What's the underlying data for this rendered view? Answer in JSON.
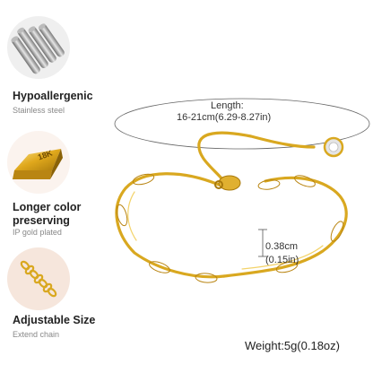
{
  "features": [
    {
      "title": "Hypoallergenic",
      "subtitle": "Stainless steel",
      "icon": "steel-rods-icon"
    },
    {
      "title": "Longer color preserving",
      "subtitle": "IP gold plated",
      "icon": "gold-bar-icon",
      "badge": "18K"
    },
    {
      "title": "Adjustable Size",
      "subtitle": "Extend chain",
      "icon": "extend-chain-icon"
    }
  ],
  "dimensions": {
    "length_label": "Length:",
    "length_value": "16-21cm(6.29-8.27in)",
    "width_value": "0.38cm",
    "width_value_in": "(0.15in)"
  },
  "weight": "Weight:5g(0.18oz)",
  "colors": {
    "gold": "#d9a820",
    "gold_dark": "#a8790c",
    "gold_light": "#f6dc7a",
    "peach": "#f6e6dc"
  }
}
